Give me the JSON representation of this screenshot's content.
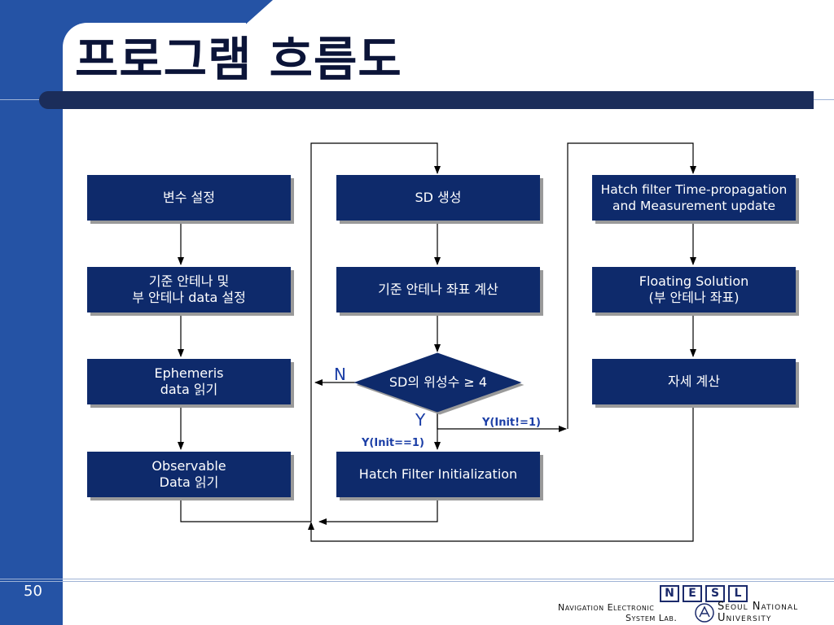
{
  "slide": {
    "title": "프로그램 흐름도",
    "page_number": "50"
  },
  "flowchart": {
    "nodes": {
      "var_setup": "변수 설정",
      "antenna_data_setup": "기준 안테나 및\n부 안테나 data 설정",
      "ephemeris_read": "Ephemeris\ndata 읽기",
      "observable_read": "Observable\nData 읽기",
      "sd_generate": "SD 생성",
      "ref_antenna_coord": "기준 안테나 좌표 계산",
      "decision": "SD의 위성수 ≥ 4",
      "hatch_init": "Hatch Filter Initialization",
      "hatch_update": "Hatch filter Time-propagation\nand Measurement update",
      "floating_solution": "Floating Solution\n(부 안테나 좌표)",
      "attitude_calc": "자세 계산"
    },
    "labels": {
      "no": "N",
      "yes": "Y",
      "init_not_1": "Y(Init!=1)",
      "init_eq_1": "Y(Init==1)"
    }
  },
  "logo": {
    "letters": [
      "N",
      "E",
      "S",
      "L"
    ],
    "line1_left": "Navigation Electronic",
    "line2_left": "System Lab.",
    "line1_right": "Seoul National",
    "line2_right": "University"
  },
  "colors": {
    "sidebar": "#2553a5",
    "title_bar": "#1b2d5a",
    "node_fill": "#0e2a6b",
    "label_blue": "#1b3ea6"
  }
}
